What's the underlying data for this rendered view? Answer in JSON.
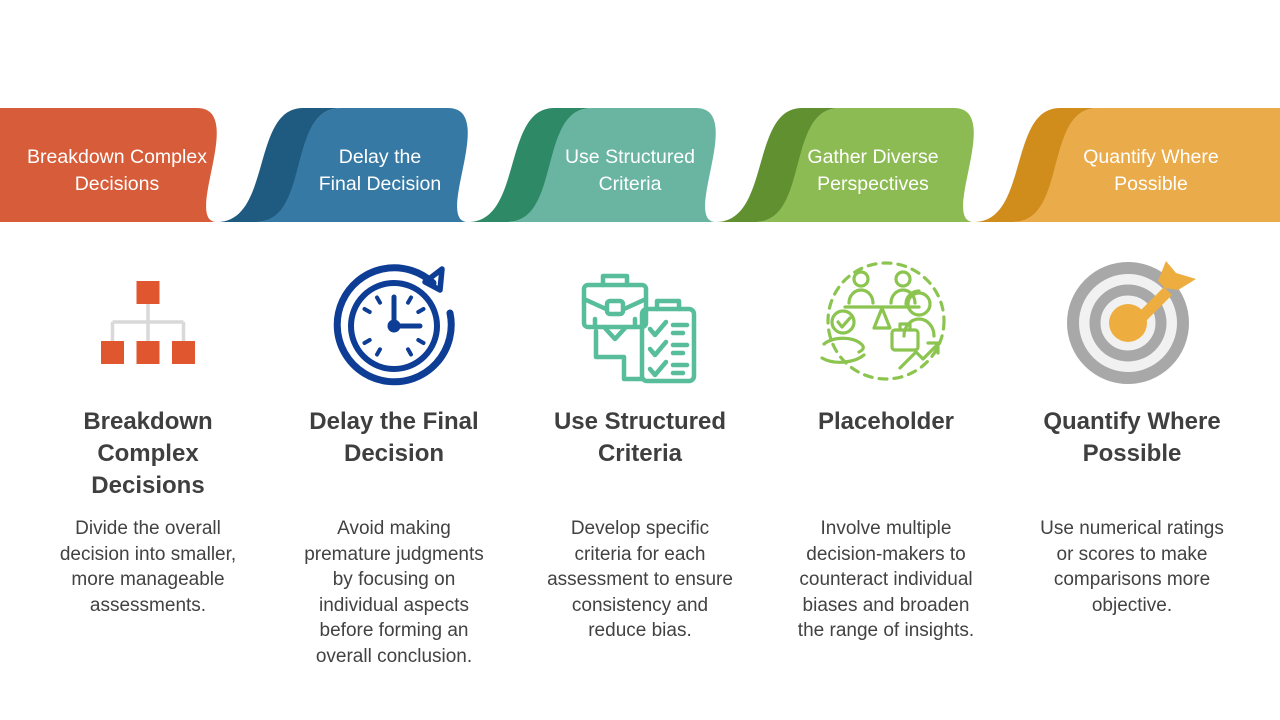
{
  "ribbon": {
    "segments": [
      {
        "title": "Breakdown Complex\nDecisions",
        "color": "#D75C39",
        "shadow_color": null
      },
      {
        "title": "Delay the\nFinal Decision",
        "color": "#3579A4",
        "shadow_color": "#1F5B80"
      },
      {
        "title": "Use Structured\nCriteria",
        "color": "#6AB5A2",
        "shadow_color": "#2E8A66"
      },
      {
        "title": "Gather Diverse\nPerspectives",
        "color": "#8CBB53",
        "shadow_color": "#609030"
      },
      {
        "title": "Quantify Where\nPossible",
        "color": "#EAAB4B",
        "shadow_color": "#D08D1C"
      }
    ]
  },
  "columns": [
    {
      "icon": "org-chart-icon",
      "heading": "Breakdown\nComplex\nDecisions",
      "body": "Divide the overall\ndecision into smaller,\nmore manageable\nassessments."
    },
    {
      "icon": "delay-clock-icon",
      "heading": "Delay the Final\nDecision",
      "body": "Avoid making\npremature judgments\nby focusing on\nindividual aspects\nbefore forming an\noverall conclusion."
    },
    {
      "icon": "structured-criteria-icon",
      "heading": "Use Structured\nCriteria",
      "body": "Develop specific\ncriteria for each\nassessment to ensure\nconsistency and\nreduce bias."
    },
    {
      "icon": "diverse-perspectives-icon",
      "heading": "Placeholder",
      "body": "Involve multiple\ndecision-makers to\ncounteract individual\nbiases and broaden\nthe range of insights."
    },
    {
      "icon": "target-dart-icon",
      "heading": "Quantify Where\nPossible",
      "body": "Use numerical ratings\nor scores to make\ncomparisons more\nobjective."
    }
  ],
  "icons": {
    "org_chart_square": "#E0562E",
    "org_chart_line": "#D9D9D9",
    "clock_blue": "#0E3D96",
    "checklist_teal": "#57BD9B",
    "perspectives_green": "#8CC450",
    "target_gray": "#A8A8A8",
    "target_light": "#F1F1F1",
    "target_orange": "#EEAD3F"
  }
}
